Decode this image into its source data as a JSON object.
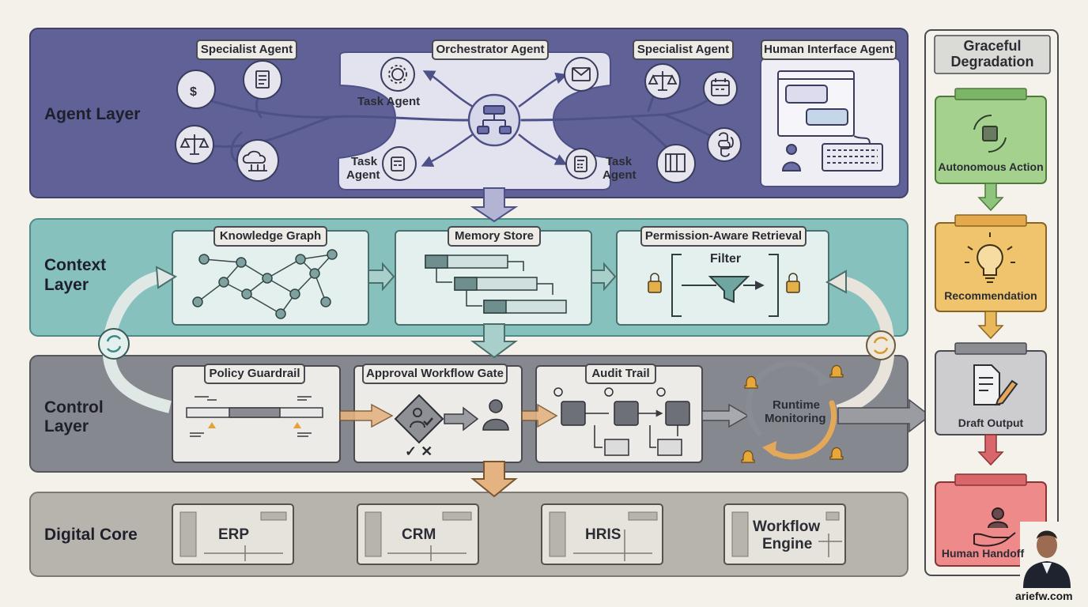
{
  "layers": {
    "agent": "Agent Layer",
    "context_l1": "Context",
    "context_l2": "Layer",
    "control_l1": "Control",
    "control_l2": "Layer",
    "core": "Digital Core"
  },
  "agent_layer": {
    "specialist_left": "Specialist Agent",
    "orchestrator": "Orchestrator Agent",
    "specialist_right": "Specialist Agent",
    "human_interface": "Human Interface Agent",
    "task_agent_top": "Task Agent",
    "task_agent_bottom_left_l1": "Task",
    "task_agent_bottom_left_l2": "Agent",
    "task_agent_bottom_right_l1": "Task",
    "task_agent_bottom_right_l2": "Agent"
  },
  "context_layer": {
    "knowledge_graph": "Knowledge Graph",
    "memory_store": "Memory Store",
    "retrieval": "Permission-Aware Retrieval",
    "filter": "Filter"
  },
  "control_layer": {
    "policy": "Policy Guardrail",
    "approval": "Approval Workflow Gate",
    "approval_marks": "✓ ✕",
    "audit": "Audit Trail",
    "runtime_l1": "Runtime",
    "runtime_l2": "Monitoring"
  },
  "digital_core": {
    "erp": "ERP",
    "crm": "CRM",
    "hris": "HRIS",
    "workflow_l1": "Workflow",
    "workflow_l2": "Engine"
  },
  "degradation": {
    "title_l1": "Graceful",
    "title_l2": "Degradation",
    "steps": [
      "Autonomous Action",
      "Recommendation",
      "Draft Output",
      "Human Handoff"
    ]
  },
  "watermark": "ariefw.com",
  "colors": {
    "agent": "#5b5d93",
    "context": "#7fbcb8",
    "control": "#83868c",
    "core": "#b2afa8",
    "autonomous": "#8fc47d",
    "recommendation": "#e8b85a",
    "draft": "#a9a9ad",
    "handoff": "#d9666a"
  }
}
